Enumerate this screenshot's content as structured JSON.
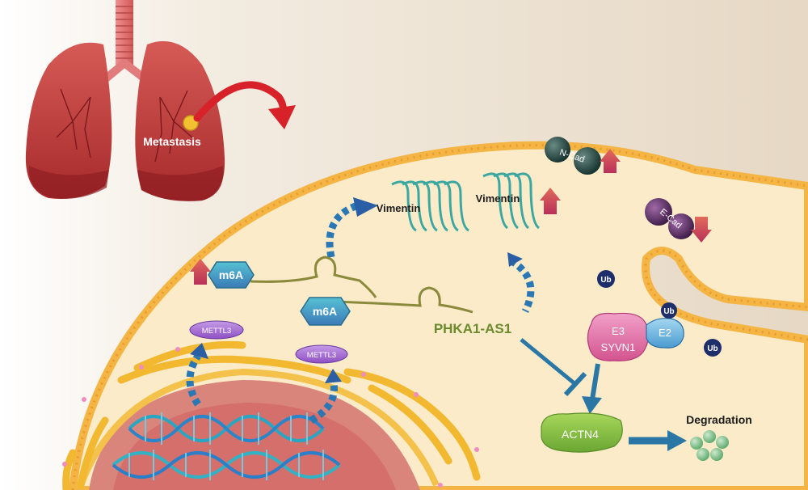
{
  "labels": {
    "metastasis": "Metastasis",
    "vimentin_left": "Vimentin",
    "vimentin_right": "Vimentin",
    "n_cad": "N-Cad",
    "e_cad": "E-Cad",
    "m6a_top": "m6A",
    "m6a_bottom": "m6A",
    "mettl3_left": "METTL3",
    "mettl3_right": "METTL3",
    "phka1": "PHKA1-AS1",
    "e3_line1": "E3",
    "e3_line2": "SYVN1",
    "e2": "E2",
    "ub_top": "Ub",
    "ub_mid": "Ub",
    "ub_right": "Ub",
    "actn4": "ACTN4",
    "degradation": "Degradation"
  },
  "colors": {
    "background_warm": "#e9dcc9",
    "cytoplasm": "#fbebc8",
    "membrane": "#f4b544",
    "nucleus": "#d9857c",
    "lung": "#c84444",
    "arrow_red": "#d8222a",
    "up_arrow": "#c8325a",
    "mettl3": "#9a63c8",
    "m6a": "#3aa0b8",
    "ub": "#1d2e6a",
    "actn4": "#8cc63f",
    "inhibit_arrow": "#2a77a6",
    "rna": "#8b8a3c",
    "vimentin": "#3aa7a0"
  }
}
